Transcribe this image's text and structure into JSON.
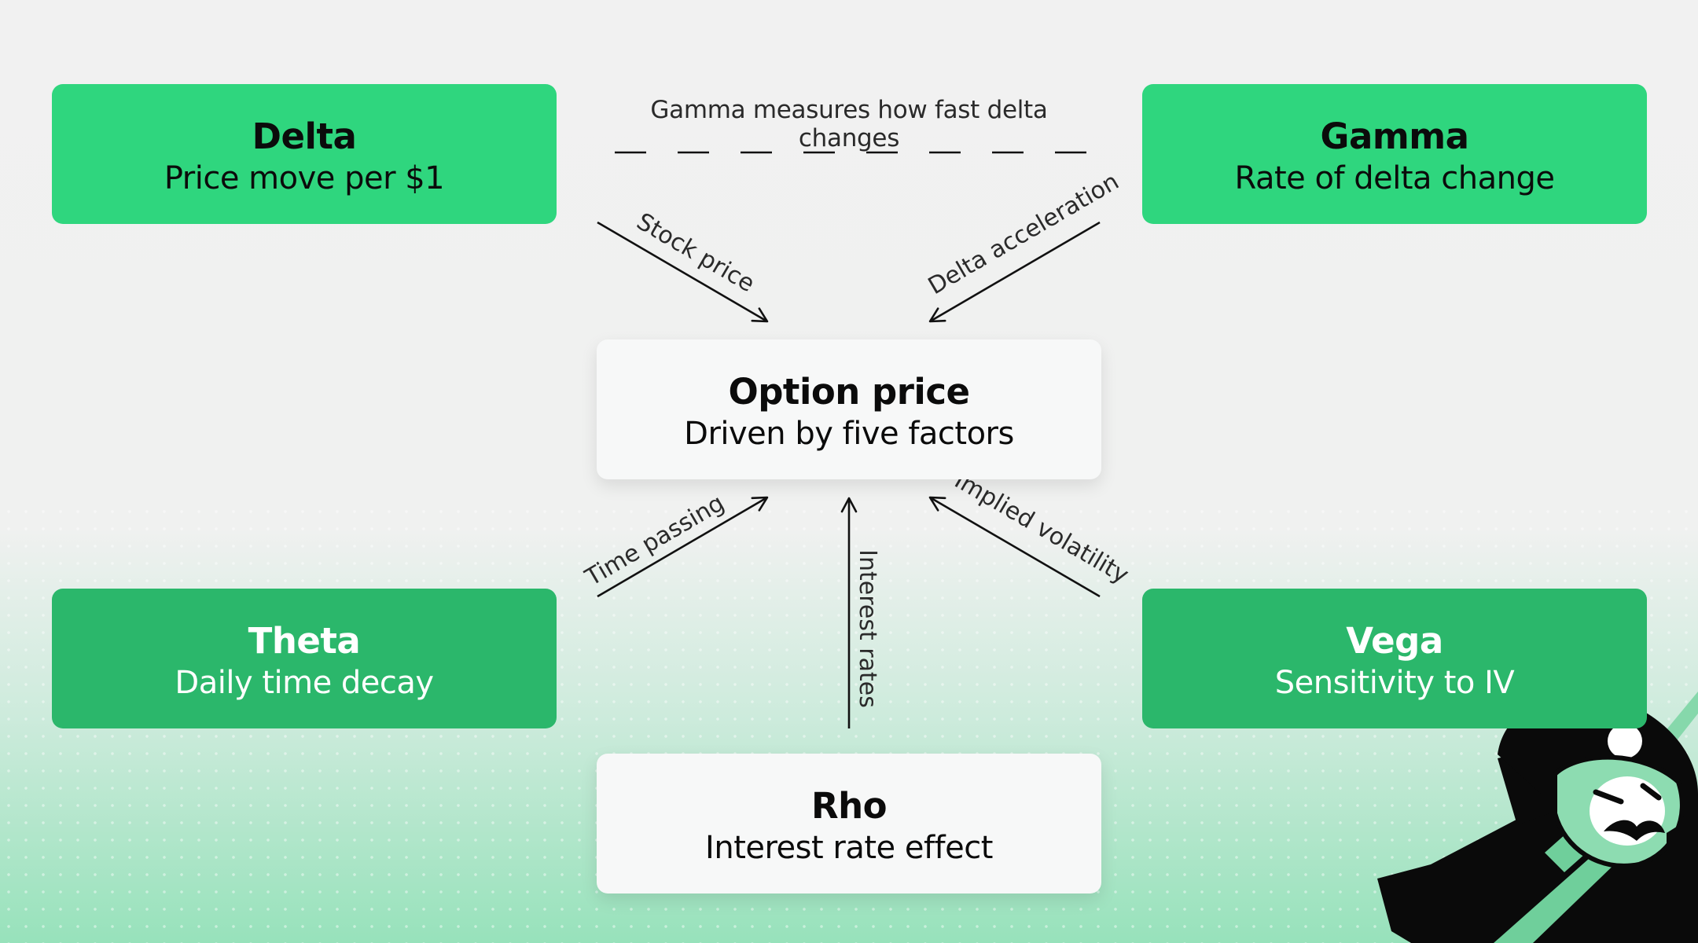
{
  "nodes": {
    "delta": {
      "title": "Delta",
      "subtitle": "Price move per $1"
    },
    "gamma": {
      "title": "Gamma",
      "subtitle": "Rate of delta change"
    },
    "option_price": {
      "title": "Option price",
      "subtitle": "Driven by five factors"
    },
    "theta": {
      "title": "Theta",
      "subtitle": "Daily time decay"
    },
    "vega": {
      "title": "Vega",
      "subtitle": "Sensitivity to IV"
    },
    "rho": {
      "title": "Rho",
      "subtitle": "Interest rate effect"
    }
  },
  "edges": {
    "gamma_note": "Gamma measures how fast delta changes",
    "stock_price": "Stock price",
    "delta_acceleration": "Delta acceleration",
    "time_passing": "Time passing",
    "interest_rates": "Interest rates",
    "implied_volatility": "Implied volatility"
  },
  "colors": {
    "card_light_green": "#2fd67e",
    "card_dark_green": "#2bb76b",
    "card_white": "#f7f8f8",
    "arrow": "#111111"
  },
  "mascot": {
    "icon": "samurai-mascot-icon"
  }
}
